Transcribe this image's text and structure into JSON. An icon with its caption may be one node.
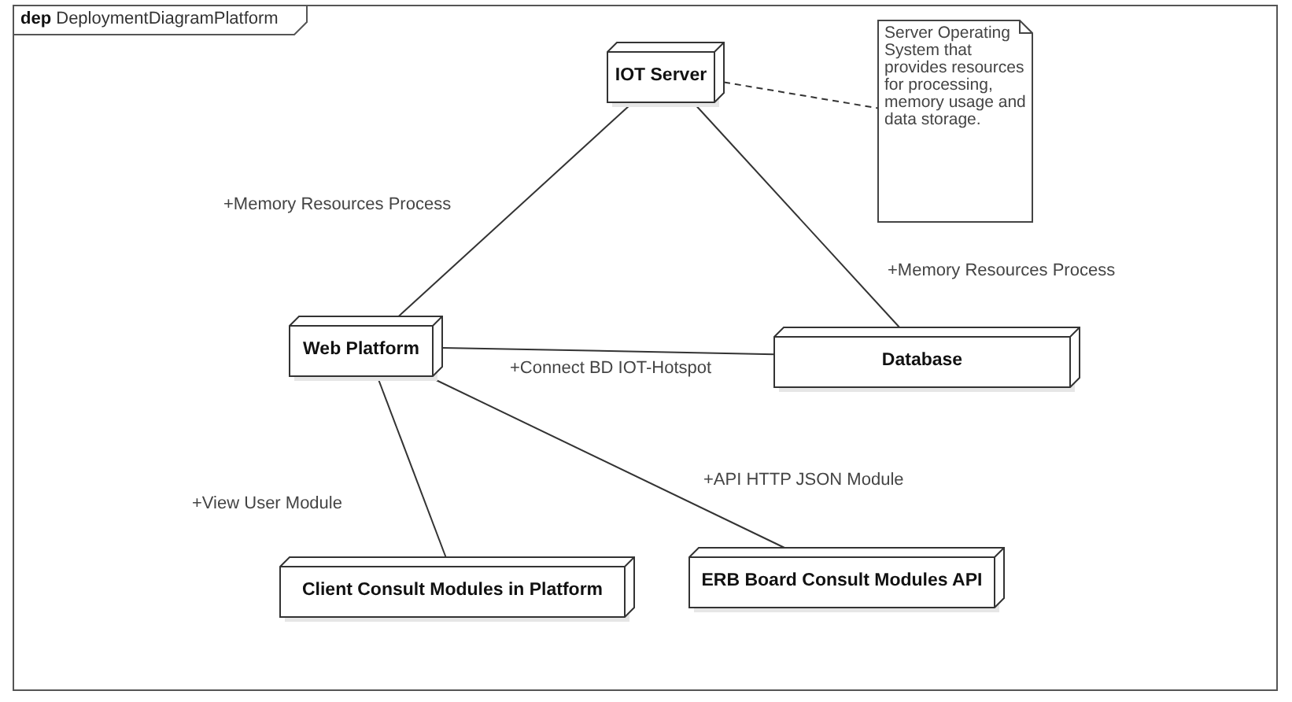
{
  "diagram": {
    "title": "**dep** DeploymentDiagramPlatform",
    "nodes": [
      {
        "text": [
          "IOT Server"
        ]
      },
      {
        "text": [
          "Server Operating System that provides resources for processing, memory usage and data storage."
        ]
      },
      {
        "text": [
          "Web Platform"
        ]
      },
      {
        "text": [
          "Database"
        ]
      },
      {
        "text": [
          "Client Consult Modules in Platform"
        ]
      },
      {
        "text": [
          "ERB Board Consult Modules API"
        ]
      }
    ],
    "edges": [
      {
        "from": 0,
        "to": 2,
        "arrow": "none",
        "label": "+Memory Resources Process"
      },
      {
        "from": 0,
        "to": 3,
        "arrow": "none",
        "label": "+Memory Resources Process"
      },
      {
        "from": 0,
        "to": 1,
        "arrow": "none",
        "style": "dashed"
      },
      {
        "from": 2,
        "to": 3,
        "arrow": "none",
        "label": "+Connect BD IOT-Hotspot"
      },
      {
        "from": 2,
        "to": 4,
        "arrow": "none",
        "label": "+View User Module"
      },
      {
        "from": 2,
        "to": 5,
        "arrow": "none",
        "label": "+API HTTP JSON Module"
      }
    ]
  }
}
